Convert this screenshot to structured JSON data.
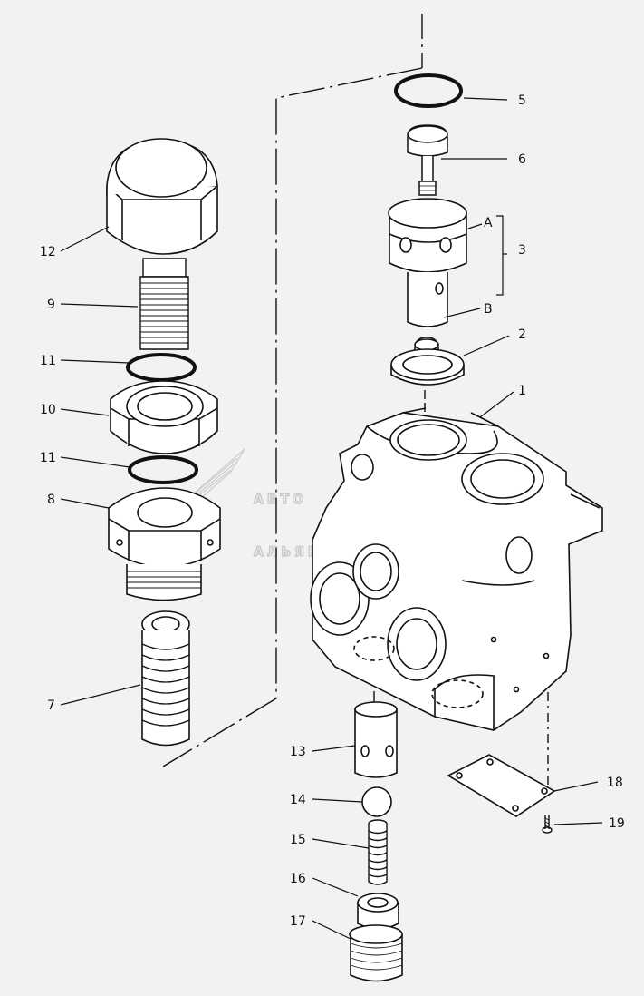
{
  "watermark": {
    "line1": "АВТО",
    "line2": "АЛЬЯНС"
  },
  "labels": {
    "l1": "1",
    "l2": "2",
    "l3": "3",
    "l5": "5",
    "l6": "6",
    "l7": "7",
    "l8": "8",
    "l9": "9",
    "l10": "10",
    "l11a": "11",
    "l11b": "11",
    "l12": "12",
    "l13": "13",
    "l14": "14",
    "l15": "15",
    "l16": "16",
    "l17": "17",
    "l18": "18",
    "l19": "19",
    "lA": "A",
    "lB": "B"
  }
}
